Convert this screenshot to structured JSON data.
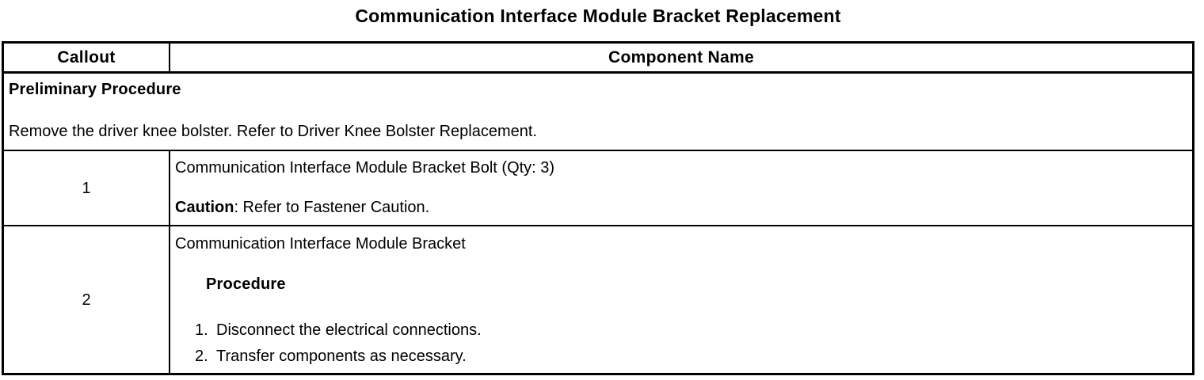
{
  "title": "Communication Interface Module Bracket Replacement",
  "table": {
    "headers": {
      "callout": "Callout",
      "component": "Component Name"
    },
    "preliminary": {
      "heading": "Preliminary Procedure",
      "text": "Remove the driver knee bolster. Refer to Driver Knee Bolster Replacement."
    },
    "rows": [
      {
        "callout": "1",
        "component": "Communication Interface Module Bracket Bolt (Qty: 3)",
        "caution_label": "Caution",
        "caution_text": ": Refer to Fastener Caution."
      },
      {
        "callout": "2",
        "component": "Communication Interface Module Bracket",
        "procedure_label": "Procedure",
        "steps": [
          {
            "number": "1.",
            "text": "Disconnect the electrical connections."
          },
          {
            "number": "2.",
            "text": "Transfer components as necessary."
          }
        ]
      }
    ]
  },
  "colors": {
    "text": "#000000",
    "border": "#000000",
    "background": "#ffffff"
  }
}
